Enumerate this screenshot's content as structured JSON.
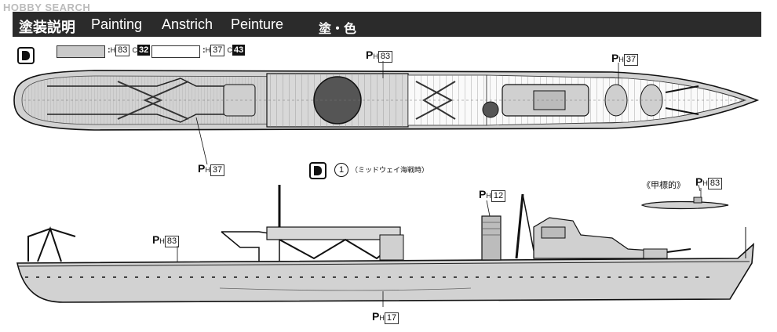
{
  "watermark": "HOBBY SEARCH",
  "header": {
    "japanese": "塗装説明",
    "english": "Painting",
    "german": "Anstrich",
    "french": "Peinture",
    "japanese_short": "塗・色"
  },
  "legend": [
    {
      "h": "83",
      "c": "32",
      "color": "#c9c9c9"
    },
    {
      "h": "37",
      "c": "43",
      "color": "#ffffff"
    }
  ],
  "callouts": {
    "top_p83": "83",
    "top_p37_right": "37",
    "top_p37_left": "37",
    "side_p12": "12",
    "side_p83": "83",
    "side_p17": "17",
    "target_p83": "83"
  },
  "variant": {
    "number": "1",
    "caption": "（ミッドウェイ海戦時）"
  },
  "target": {
    "label": "《甲標的》"
  }
}
